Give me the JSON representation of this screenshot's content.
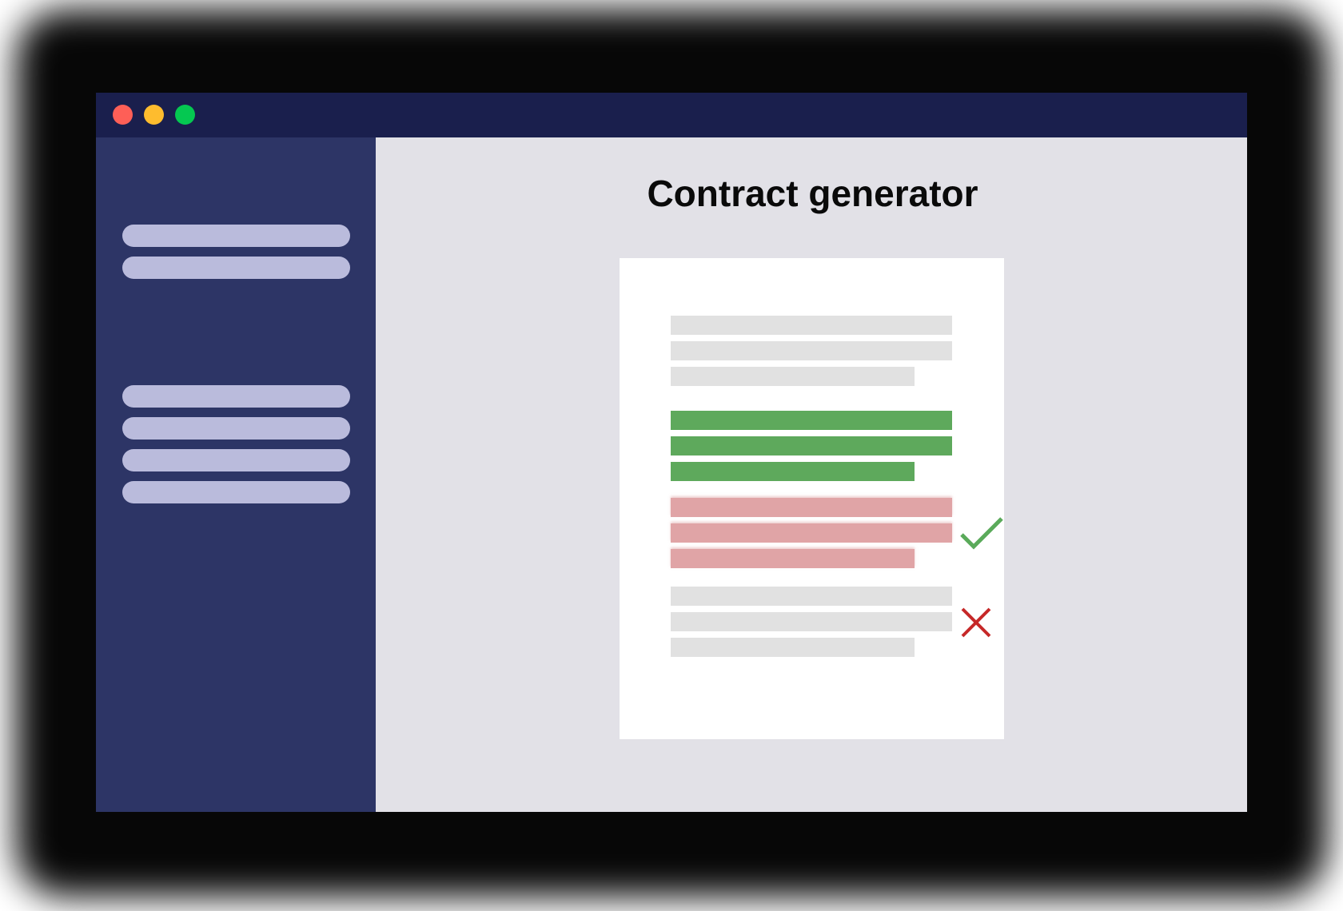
{
  "window": {
    "controls": [
      {
        "name": "close",
        "color": "#fe5f57"
      },
      {
        "name": "minimize",
        "color": "#febc2e"
      },
      {
        "name": "maximize",
        "color": "#05c851"
      }
    ],
    "colors": {
      "titlebar": "#1a1f4d",
      "sidebar": "#2d3566",
      "main_bg": "#e2e1e7"
    }
  },
  "sidebar": {
    "groups": [
      {
        "items": [
          "placeholder-item-1",
          "placeholder-item-2"
        ]
      },
      {
        "items": [
          "placeholder-item-3",
          "placeholder-item-4",
          "placeholder-item-5",
          "placeholder-item-6"
        ]
      }
    ],
    "pill_color": "#babbdc"
  },
  "main": {
    "title": "Contract generator",
    "document": {
      "sections": [
        {
          "type": "neutral",
          "lines": [
            "full",
            "full",
            "short"
          ],
          "color": "#e1e1e1"
        },
        {
          "type": "approved",
          "lines": [
            "full",
            "full",
            "short"
          ],
          "color": "#5ea95c",
          "icon": "check-icon",
          "icon_color": "#5aaa5a"
        },
        {
          "type": "rejected",
          "lines": [
            "full",
            "full",
            "short"
          ],
          "color": "#e0a4a6",
          "icon": "x-icon",
          "icon_color": "#c62828"
        },
        {
          "type": "neutral",
          "lines": [
            "full",
            "full",
            "short"
          ],
          "color": "#e1e1e1"
        }
      ]
    }
  }
}
